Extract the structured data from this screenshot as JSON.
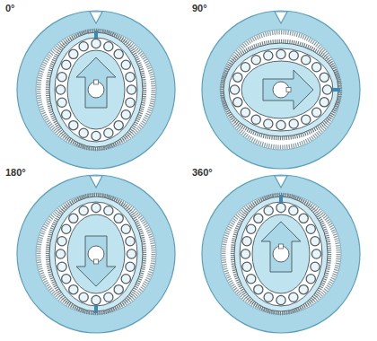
{
  "diagram": {
    "labels": [
      "0°",
      "90°",
      "180°",
      "360°"
    ]
  }
}
